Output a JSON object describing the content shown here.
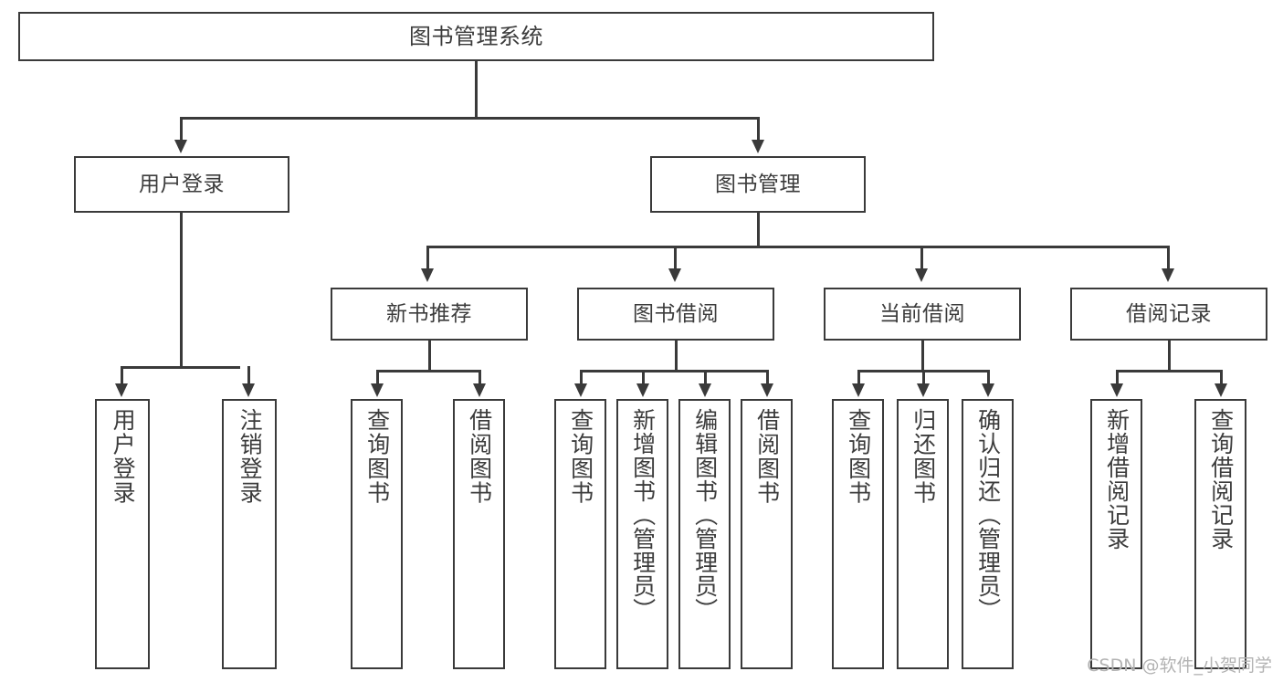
{
  "diagram": {
    "type": "tree-hierarchy",
    "title": "图书管理系统",
    "root": {
      "label": "图书管理系统"
    },
    "level2": [
      {
        "label": "用户登录"
      },
      {
        "label": "图书管理"
      }
    ],
    "level3": [
      {
        "label": "新书推荐"
      },
      {
        "label": "图书借阅"
      },
      {
        "label": "当前借阅"
      },
      {
        "label": "借阅记录"
      }
    ],
    "leaves": {
      "user_login": [
        {
          "label": "用户登录"
        },
        {
          "label": "注销登录"
        }
      ],
      "new_book_recommend": [
        {
          "label": "查询图书"
        },
        {
          "label": "借阅图书"
        }
      ],
      "book_borrow": [
        {
          "label": "查询图书"
        },
        {
          "label": "新增图书（管理员）"
        },
        {
          "label": "编辑图书（管理员）"
        },
        {
          "label": "借阅图书"
        }
      ],
      "current_borrow": [
        {
          "label": "查询图书"
        },
        {
          "label": "归还图书"
        },
        {
          "label": "确认归还（管理员）"
        }
      ],
      "borrow_record": [
        {
          "label": "新增借阅记录"
        },
        {
          "label": "查询借阅记录"
        }
      ]
    }
  },
  "watermark": {
    "text": "CSDN @软件_小贺同学"
  },
  "colors": {
    "stroke": "#3a3a3a",
    "text": "#3c3c3c",
    "background": "#ffffff",
    "watermark": "#b3b3b3"
  }
}
